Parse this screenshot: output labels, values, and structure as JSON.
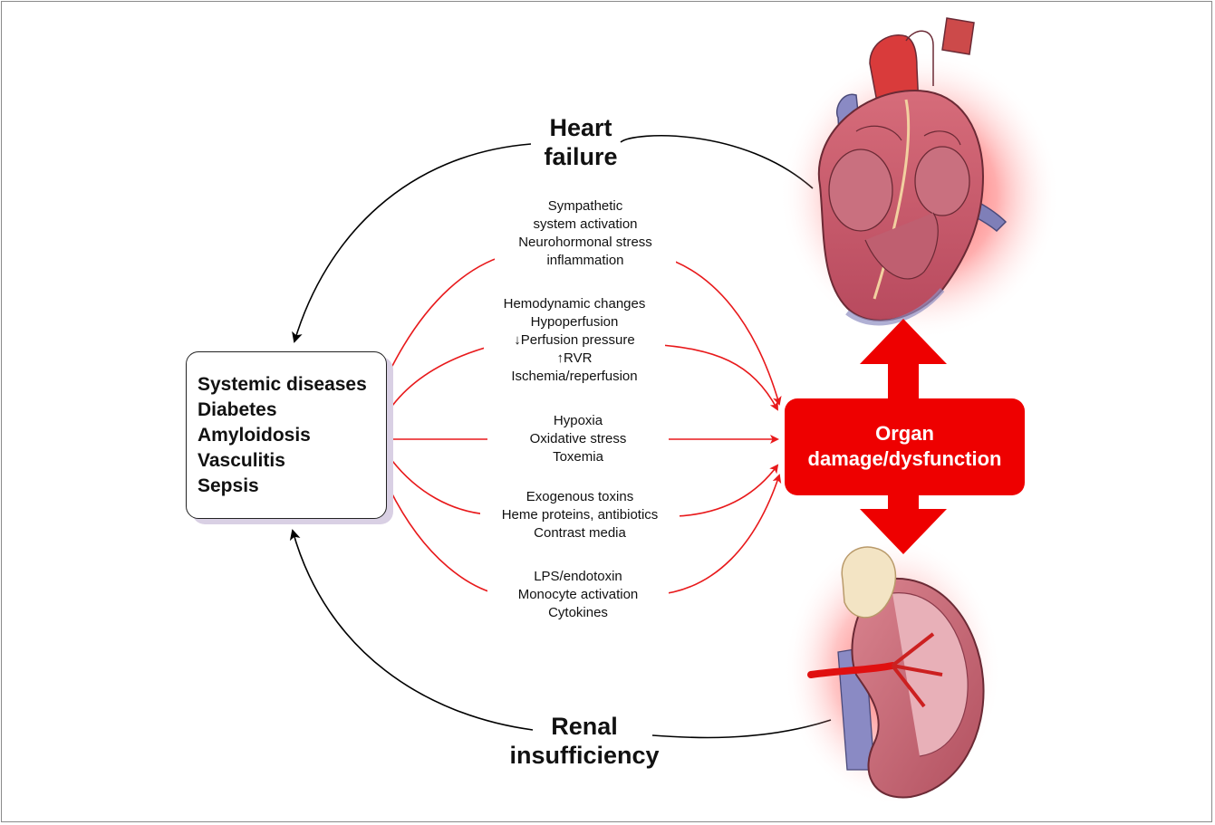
{
  "heart_failure": {
    "line1": "Heart",
    "line2": "failure"
  },
  "renal_insufficiency": {
    "line1": "Renal",
    "line2": "insufficiency"
  },
  "systemic_box": {
    "items": [
      "Systemic diseases",
      "Diabetes",
      "Amyloidosis",
      "Vasculitis",
      "Sepsis"
    ]
  },
  "organ_damage": {
    "line1": "Organ",
    "line2": "damage/dysfunction"
  },
  "mechanisms": [
    {
      "lines": [
        "Sympathetic",
        "system activation",
        "Neurohormonal stress",
        "inflammation"
      ]
    },
    {
      "lines": [
        "Hemodynamic changes",
        "Hypoperfusion",
        "↓Perfusion pressure",
        "↑RVR",
        "Ischemia/reperfusion"
      ]
    },
    {
      "lines": [
        "Hypoxia",
        "Oxidative stress",
        "Toxemia"
      ]
    },
    {
      "lines": [
        "Exogenous toxins",
        "Heme proteins, antibiotics",
        "Contrast media"
      ]
    },
    {
      "lines": [
        "LPS/endotoxin",
        "Monocyte activation",
        "Cytokines"
      ]
    }
  ],
  "colors": {
    "accent_red": "#ee0000",
    "mechanism_arrow": "#e8191b",
    "feedback_arrow": "#000000",
    "box_shadow": "#d9d0e4"
  },
  "illustrations": [
    "heart-anatomy",
    "kidney-anatomy"
  ]
}
